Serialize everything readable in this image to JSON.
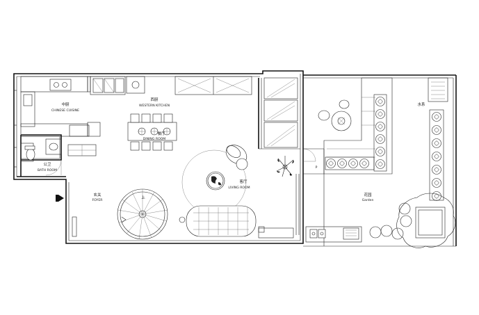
{
  "rooms": {
    "chinese_kitchen": {
      "cn": "中厨",
      "en": "CHINESE CUISINE"
    },
    "western_kitchen": {
      "cn": "西厨",
      "en": "WESTERN KITCHEN"
    },
    "dining_room": {
      "cn": "餐厅",
      "en": "DINING ROOM"
    },
    "bath_room": {
      "cn": "公卫",
      "en": "BATH ROOM"
    },
    "foyer": {
      "cn": "玄关",
      "en": "FOYER"
    },
    "living_room": {
      "cn": "客厅",
      "en": "LIVING ROOM"
    },
    "garden": {
      "cn": "花园",
      "en": "Garden"
    },
    "water_feature": {
      "cn": "水系"
    }
  },
  "stair_labels": {
    "up": "上"
  },
  "marks": {
    "small_p": "P"
  }
}
